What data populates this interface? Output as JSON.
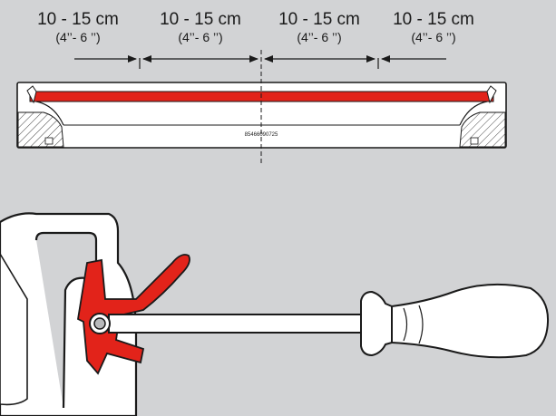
{
  "spacing_labels": [
    {
      "metric": "10 - 15 cm",
      "imperial": "(4’’- 6 ’’)"
    },
    {
      "metric": "10 - 15 cm",
      "imperial": "(4’’- 6 ’’)"
    },
    {
      "metric": "10 - 15 cm",
      "imperial": "(4’’- 6 ’’)"
    },
    {
      "metric": "10 - 15 cm",
      "imperial": "(4’’- 6 ’’)"
    }
  ],
  "part_number": "85466090725",
  "colors": {
    "background": "#d2d3d5",
    "red_accent": "#e2231a",
    "outline": "#1a1a1a",
    "fill_white": "#ffffff"
  }
}
